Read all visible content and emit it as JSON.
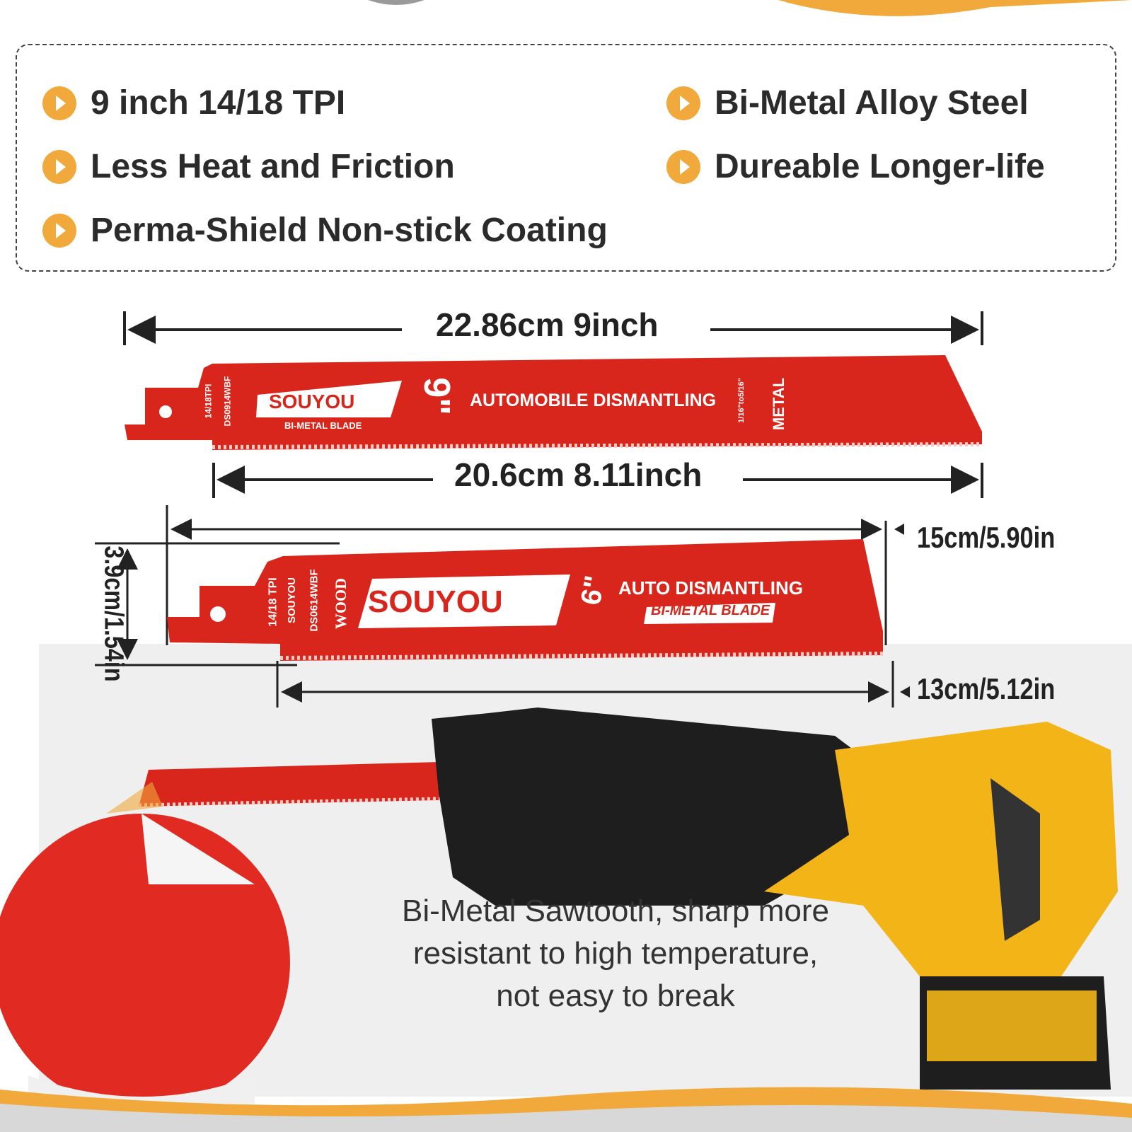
{
  "features": [
    {
      "text": "9 inch 14/18 TPI"
    },
    {
      "text": "Less Heat and Friction"
    },
    {
      "text": "Perma-Shield Non-stick Coating"
    },
    {
      "text": "Bi-Metal Alloy Steel"
    },
    {
      "text": "Dureable Longer-life"
    }
  ],
  "dimensions": {
    "total_9in": "22.86cm  9inch",
    "cut_9in": "20.6cm  8.11inch",
    "total_6in": "15cm/5.90in",
    "cut_6in": "13cm/5.12in",
    "height": "3.9cm/1.54in"
  },
  "blade_9in": {
    "brand": "SOUYOU",
    "subtitle": "BI-METAL BLADE",
    "size": "9\"",
    "use": "AUTOMOBILE DISMANTLING",
    "tpi": "14/18TPI",
    "code": "DS0914WBF",
    "thickness": "1/16\"to5/16\"",
    "material": "METAL"
  },
  "blade_6in": {
    "brand": "SOUYOU",
    "size": "6\"",
    "use": "AUTO DISMANTLING",
    "subtitle": "BI-METAL BLADE",
    "tpi": "14/18 TPI",
    "brand_small": "SOUYOU",
    "code": "DS0614WBF",
    "material": "WOOD"
  },
  "caption": {
    "line1": "Bi-Metal Sawtooth, sharp more",
    "line2": "resistant to high temperature,",
    "line3": "not easy to break"
  },
  "colors": {
    "blade_red": "#d9261c",
    "accent_orange": "#f0a93a",
    "tool_yellow": "#f2b417"
  }
}
